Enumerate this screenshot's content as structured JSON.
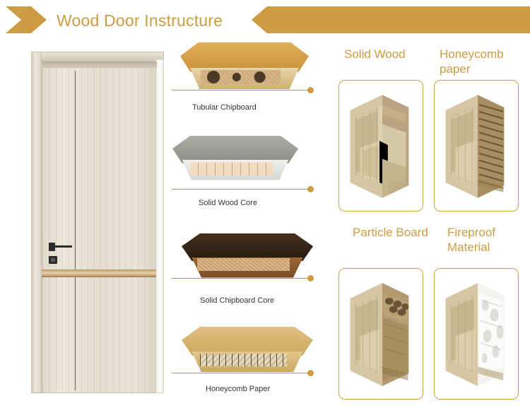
{
  "header": {
    "title": "Wood Door Instructure",
    "accent_color": "#cc9c45",
    "left_arrow_icon": "double-chevron-right-icon",
    "right_arrow_icon": "double-chevron-left-icon"
  },
  "door": {
    "alt": "beige wood interior door with gold accent strip",
    "handle_icon": "door-handle-icon",
    "lock_icon": "door-lock-icon",
    "slab_color": "#e6e0d3",
    "strip_color": "#c9a36a"
  },
  "core_samples": [
    {
      "label": "Tubular Chipboard",
      "top_color": "#d9a64a",
      "front_color": "#e4cf9f",
      "core_color": "#c9a87a",
      "core_style": "tubes"
    },
    {
      "label": "Solid Wood Core",
      "top_color": "#9a9a92",
      "front_color": "#e6e6e6",
      "core_color": "#f0d9bd",
      "core_style": "planks"
    },
    {
      "label": "Solid Chipboard Core",
      "top_color": "#3a2a1c",
      "front_color": "#8a5a2e",
      "core_color": "#d8b68a",
      "core_style": "particles"
    },
    {
      "label": "Honeycomb Paper",
      "top_color": "#d8b469",
      "front_color": "#e0c387",
      "core_color": "#efe6cf",
      "core_style": "honeycomb"
    }
  ],
  "material_cards": [
    {
      "label": "Solid Wood",
      "fill_icon": "solid-wood-core-icon",
      "fill_color": "#c9b184"
    },
    {
      "label": "Honeycomb paper",
      "fill_icon": "honeycomb-paper-core-icon",
      "fill_color": "#9c7a4d"
    },
    {
      "label": "Particle Board",
      "fill_icon": "particle-board-core-icon",
      "fill_color": "#b9a078"
    },
    {
      "label": "Fireproof Material",
      "fill_icon": "fireproof-material-icon",
      "fill_color": "#f2f2f0"
    }
  ]
}
